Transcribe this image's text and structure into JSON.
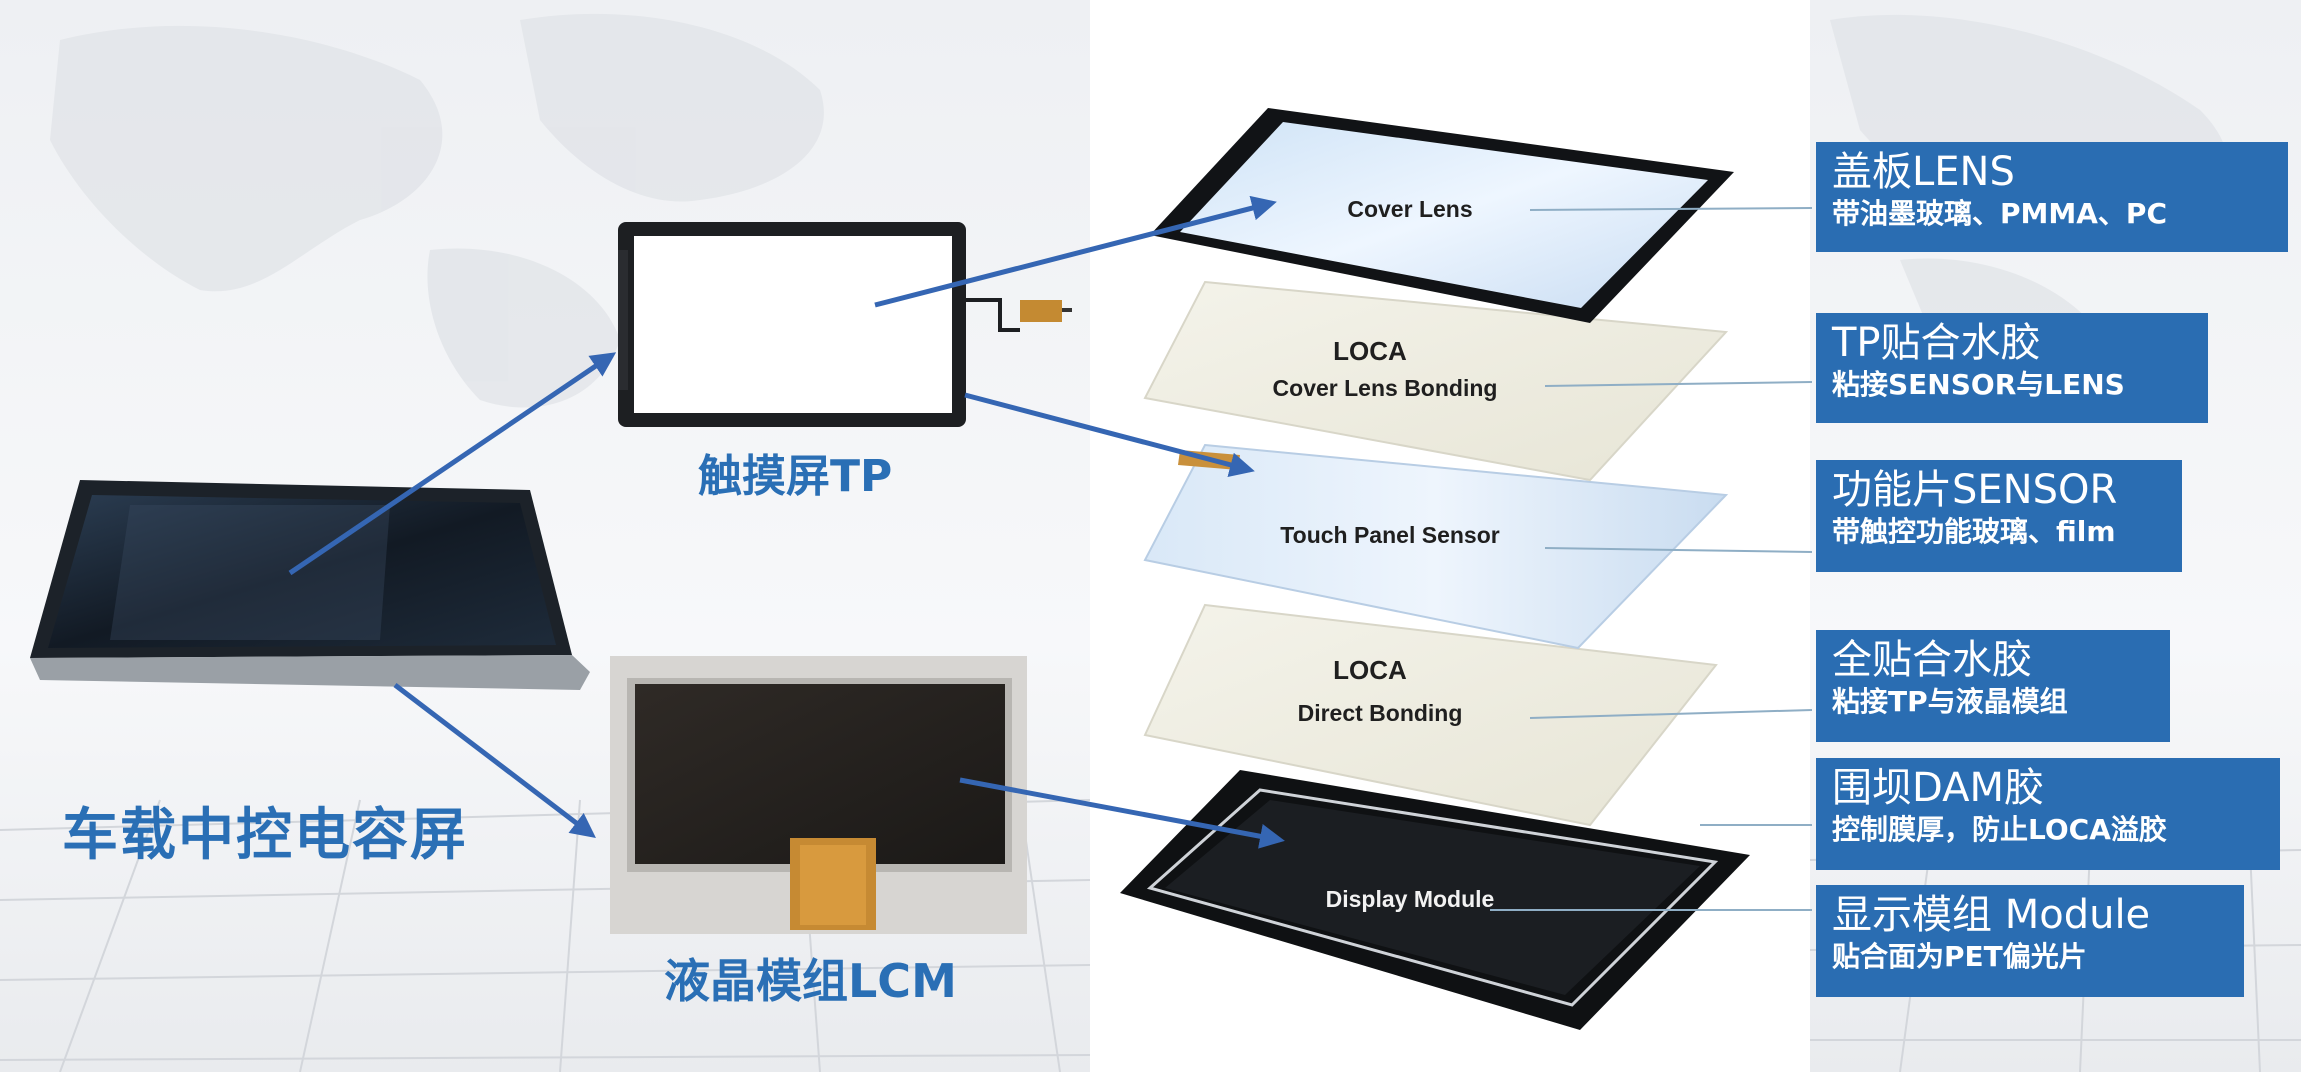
{
  "captions": {
    "main": "车载中控电容屏",
    "tp": "触摸屏TP",
    "lcm": "液晶模组LCM"
  },
  "layers": {
    "cover_lens": "Cover Lens",
    "loca1_line1": "LOCA",
    "loca1_line2": "Cover Lens Bonding",
    "sensor": "Touch Panel Sensor",
    "loca2_line1": "LOCA",
    "loca2_line2": "Direct Bonding",
    "display": "Display Module"
  },
  "info": [
    {
      "title": "盖板LENS",
      "sub": "带油墨玻璃、PMMA、PC"
    },
    {
      "title": "TP贴合水胶",
      "sub": "粘接SENSOR与LENS"
    },
    {
      "title": "功能片SENSOR",
      "sub": "带触控功能玻璃、film"
    },
    {
      "title": "全贴合水胶",
      "sub": "粘接TP与液晶模组"
    },
    {
      "title": "围坝DAM胶",
      "sub": "控制膜厚，防止LOCA溢胶"
    },
    {
      "title": "显示模组 Module",
      "sub": "贴合面为PET偏光片"
    }
  ],
  "colors": {
    "accent_blue": "#2a6db2",
    "arrow_blue": "#3566b3",
    "caption_blue": "#2a6fb5"
  }
}
